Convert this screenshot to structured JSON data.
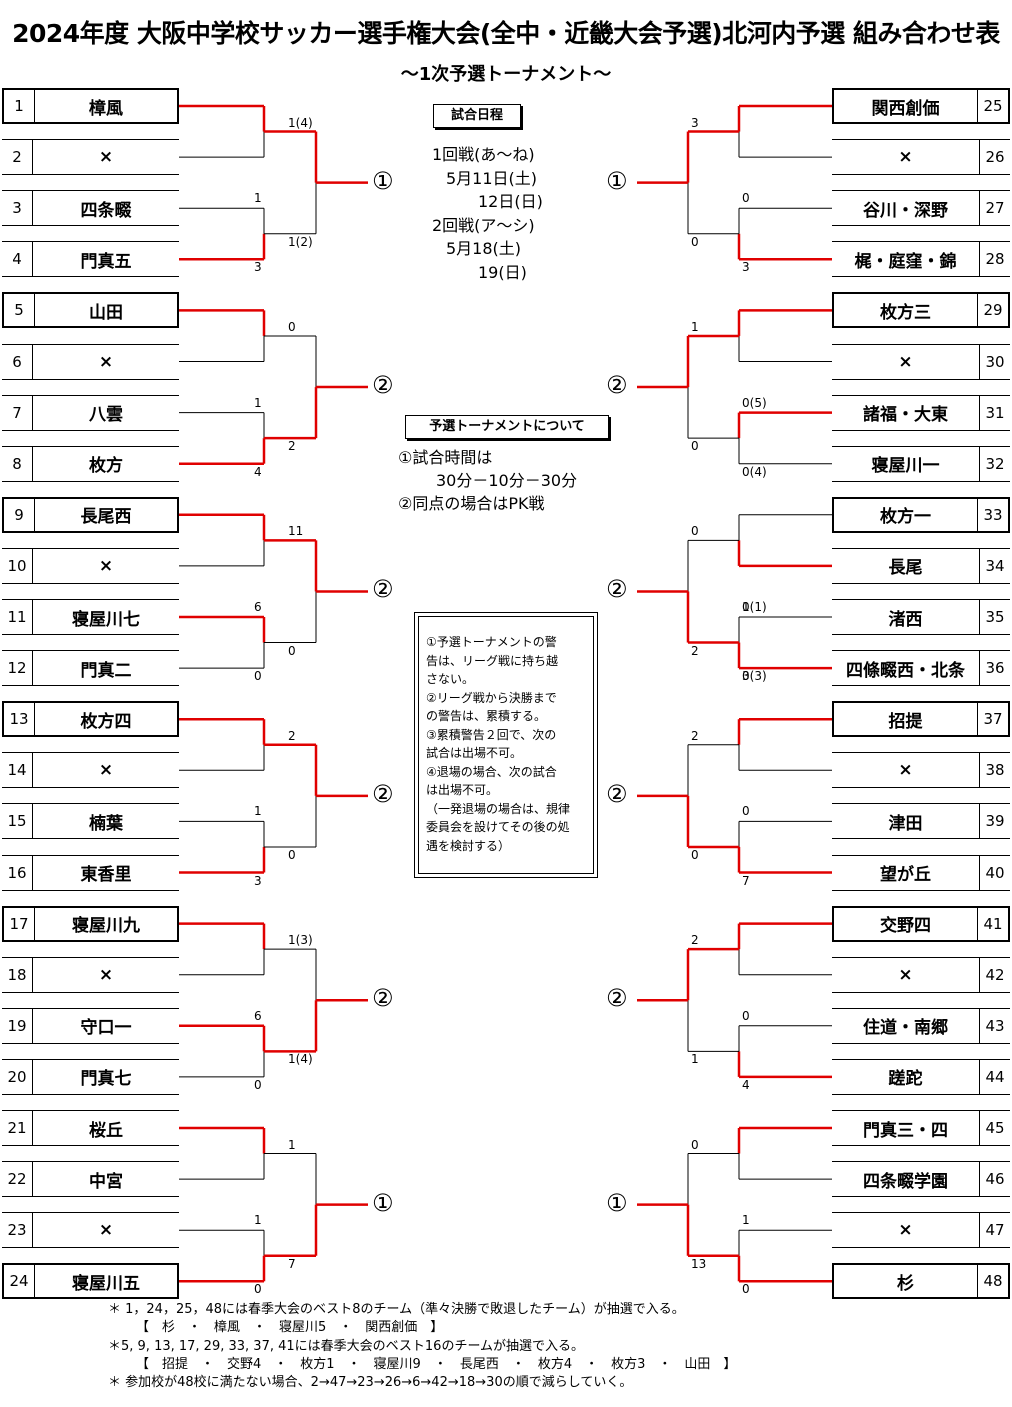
{
  "title": "2024年度 大阪中学校サッカー選手権大会(全中・近畿大会予選)北河内予選 組み合わせ表",
  "subtitle": "～1次予選トーナメント～",
  "schedule": {
    "label": "試合日程",
    "lines": [
      "1回戦(あ～ね)",
      "5月11日(土)",
      "12日(日)",
      "2回戦(ア～シ)",
      "5月18(土)",
      "19(日)"
    ]
  },
  "rules": {
    "label": "予選トーナメントについて",
    "lines": [
      "①試合時間は",
      "30分－10分－30分",
      "②同点の場合はPK戦"
    ]
  },
  "note": {
    "lines": [
      "①予選トーナメントの警",
      "告は、リーグ戦に持ち越",
      "さない。",
      "②リーグ戦から決勝まで",
      "の警告は、累積する。",
      "③累積警告２回で、次の",
      "試合は出場不可。",
      "④退場の場合、次の試合",
      "は出場不可。",
      "（一発退場の場合は、規律",
      "委員会を設けてその後の処",
      "遇を検討する）"
    ]
  },
  "left_teams": [
    "樟風",
    "×",
    "四条畷",
    "門真五",
    "山田",
    "×",
    "八雲",
    "枚方",
    "長尾西",
    "×",
    "寝屋川七",
    "門真二",
    "枚方四",
    "×",
    "楠葉",
    "東香里",
    "寝屋川九",
    "×",
    "守口一",
    "門真七",
    "桜丘",
    "中宮",
    "×",
    "寝屋川五"
  ],
  "right_teams": [
    "関西創価",
    "×",
    "谷川・深野",
    "梶・庭窪・錦",
    "枚方三",
    "×",
    "諸福・大東",
    "寝屋川一",
    "枚方一",
    "長尾",
    "渚西",
    "四條畷西・北条",
    "招提",
    "×",
    "津田",
    "望が丘",
    "交野四",
    "×",
    "住道・南郷",
    "蹉跎",
    "門真三・四",
    "四条畷学園",
    "×",
    "杉"
  ],
  "left_seeded": [
    0,
    4,
    8,
    12,
    16,
    23
  ],
  "right_seeded": [
    0,
    4,
    8,
    12,
    16,
    23
  ],
  "group_marks_left": [
    "①",
    "②",
    "②",
    "②",
    "②",
    "①"
  ],
  "group_marks_right": [
    "①",
    "②",
    "②",
    "②",
    "②",
    "①"
  ],
  "left_scores": [
    {
      "r1a": "",
      "r1b": "",
      "r2a": "1(4)",
      "r2b": "1(2)"
    },
    {
      "r1a": "",
      "r1b": "",
      "r2a": "0",
      "r2b": "2"
    },
    {
      "r1a": "",
      "r1b": "",
      "r2a": "11",
      "r2b": "0"
    },
    {
      "r1a": "",
      "r1b": "",
      "r2a": "2",
      "r2b": "0"
    },
    {
      "r1a": "",
      "r1b": "",
      "r2a": "1(3)",
      "r2b": "1(4)"
    },
    {
      "r1a": "1",
      "r1b": "0",
      "r2a": "1",
      "r2b": "7"
    }
  ],
  "left_r1_scores": [
    {
      "a": "1",
      "b": "3"
    },
    {
      "a": "1",
      "b": "4"
    },
    {
      "a": "6",
      "b": "0"
    },
    {
      "a": "1",
      "b": "3"
    },
    {
      "a": "6",
      "b": "0"
    },
    {
      "a": "1",
      "b": "0"
    }
  ],
  "right_scores": [
    {
      "r2a": "3",
      "r2b": "0"
    },
    {
      "r2a": "1",
      "r2b": "0"
    },
    {
      "r2a": "0",
      "r2b": "2"
    },
    {
      "r2a": "2",
      "r2b": "0"
    },
    {
      "r2a": "2",
      "r2b": "1"
    },
    {
      "r2a": "0",
      "r2b": "13"
    }
  ],
  "right_r1_scores": [
    {
      "a": "0",
      "b": "3"
    },
    {
      "a": "0(5)",
      "b": "0(4)"
    },
    {
      "a": "0(1)",
      "b": "0(3)",
      "c": "1",
      "d": "3"
    },
    {
      "a": "0",
      "b": "7"
    },
    {
      "a": "0",
      "b": "4"
    },
    {
      "a": "1",
      "b": "0"
    }
  ],
  "footnotes": [
    "＊ 1，24，25，48には春季大会のベスト8のチーム（準々決勝で敗退したチーム）が抽選で入る。",
    "【　杉　・　樟風　・　寝屋川5　・　関西創価　】",
    "＊5, 9, 13, 17, 29, 33, 37, 41には春季大会のベスト16のチームが抽選で入る。",
    "【　招提　・　交野4　・　枚方1　・　寝屋川9　・　長尾西　・　枚方4　・　枚方3　・　山田　】",
    "＊ 参加校が48校に満たない場合、2→47→23→26→6→42→18→30の順で減らしていく。"
  ]
}
